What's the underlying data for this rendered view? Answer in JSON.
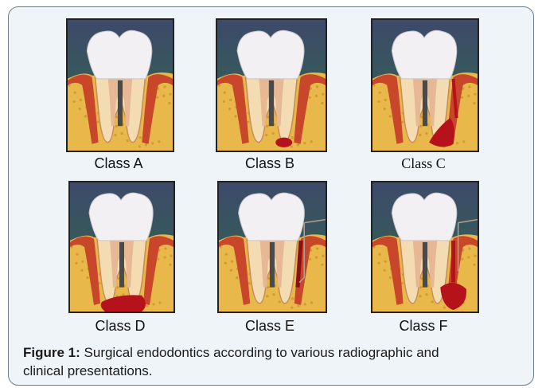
{
  "figure": {
    "panels": [
      {
        "label": "Class A",
        "lesion": "none"
      },
      {
        "label": "Class B",
        "lesion": "small-periapical"
      },
      {
        "label": "Class C",
        "lesion": "periapical-with-pocket"
      },
      {
        "label": "Class D",
        "lesion": "large-periapical"
      },
      {
        "label": "Class E",
        "lesion": "periapical-with-deep-probe"
      },
      {
        "label": "Class F",
        "lesion": "apical-with-dehiscence"
      }
    ],
    "caption_label": "Figure 1:",
    "caption_text": " Surgical endodontics according to various radiographic and clinical presentations."
  },
  "colors": {
    "frame_bg": "#eef4f8",
    "frame_border": "#6d7f8b",
    "bone": "#e8b84a",
    "gum": "#c8462a",
    "lesion": "#b5121b",
    "crown": "#f2f0f2",
    "background_top": "#3d4a6a",
    "background_bottom": "#2e6a4a"
  }
}
